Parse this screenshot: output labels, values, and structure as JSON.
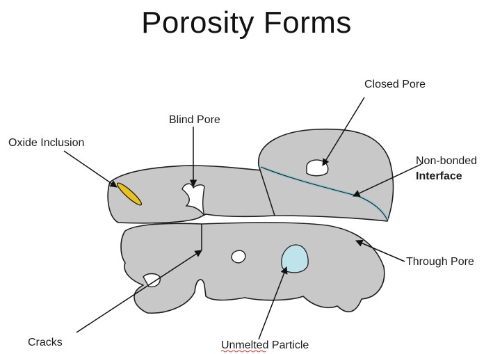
{
  "title": "Porosity Forms",
  "labels": {
    "closed_pore": "Closed Pore",
    "blind_pore": "Blind Pore",
    "oxide_inclusion": "Oxide Inclusion",
    "non_bonded_line1": "Non-bonded",
    "non_bonded_line2": "Interface",
    "through_pore": "Through Pore",
    "cracks": "Cracks",
    "unmelted_particle": "Unmelted Particle"
  },
  "colors": {
    "splat_fill": "#c8c8c8",
    "oxide": "#e8c21a",
    "unmelted": "#bfe3ea",
    "interface": "#8fc7d1"
  }
}
